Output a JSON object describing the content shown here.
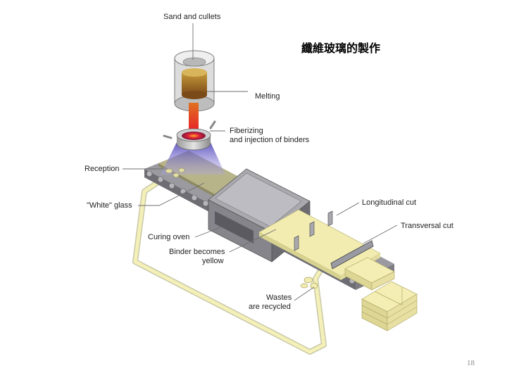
{
  "slide": {
    "title": "纖維玻璃的製作",
    "page_number": "18"
  },
  "labels": {
    "sand_and_cullets": "Sand and cullets",
    "melting": "Melting",
    "fiberizing_line1": "Fiberizing",
    "fiberizing_line2": "and injection of binders",
    "reception": "Reception",
    "white_glass": "\"White\" glass",
    "curing_oven": "Curing oven",
    "binder_line1": "Binder becomes",
    "binder_line2": "yellow",
    "longitudinal_cut": "Longitudinal cut",
    "transversal_cut": "Transversal cut",
    "wastes_line1": "Wastes",
    "wastes_line2": "are recycled"
  }
}
